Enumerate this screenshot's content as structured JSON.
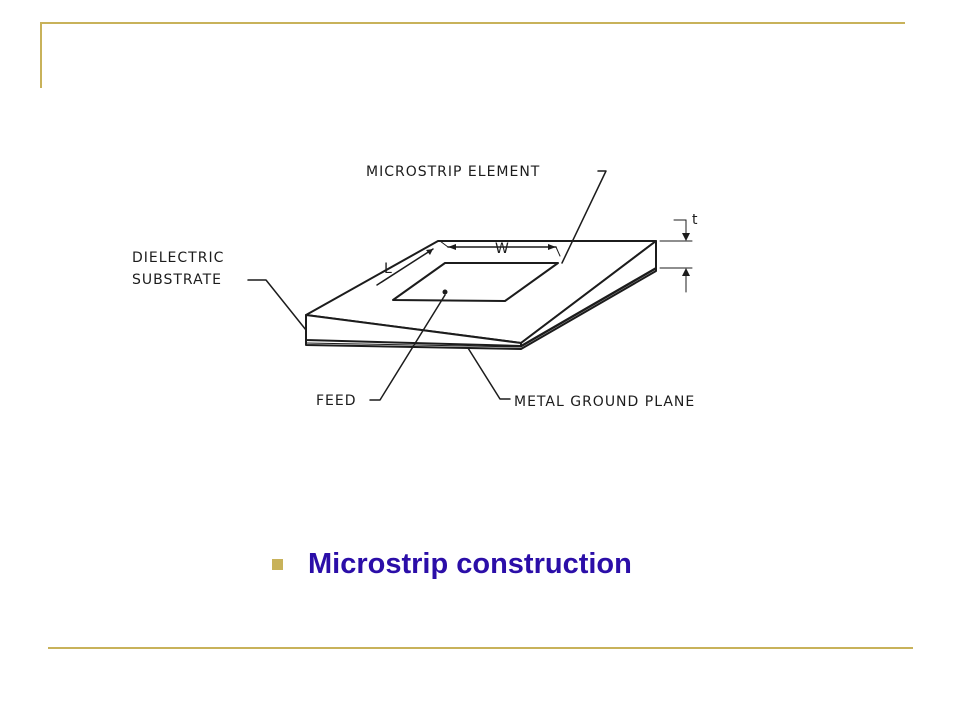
{
  "slide": {
    "accent_color": "#c8b25a",
    "title_color": "#2b0ea8"
  },
  "diagram": {
    "labels": {
      "microstrip_element": "MICROSTRIP ELEMENT",
      "dielectric": "DIELECTRIC",
      "substrate": "SUBSTRATE",
      "feed": "FEED",
      "ground_plane": "METAL GROUND PLANE",
      "w": "W",
      "l": "L",
      "t": "t"
    }
  },
  "caption": {
    "text": "Microstrip construction",
    "bullet_icon": "square-bullet-icon"
  }
}
